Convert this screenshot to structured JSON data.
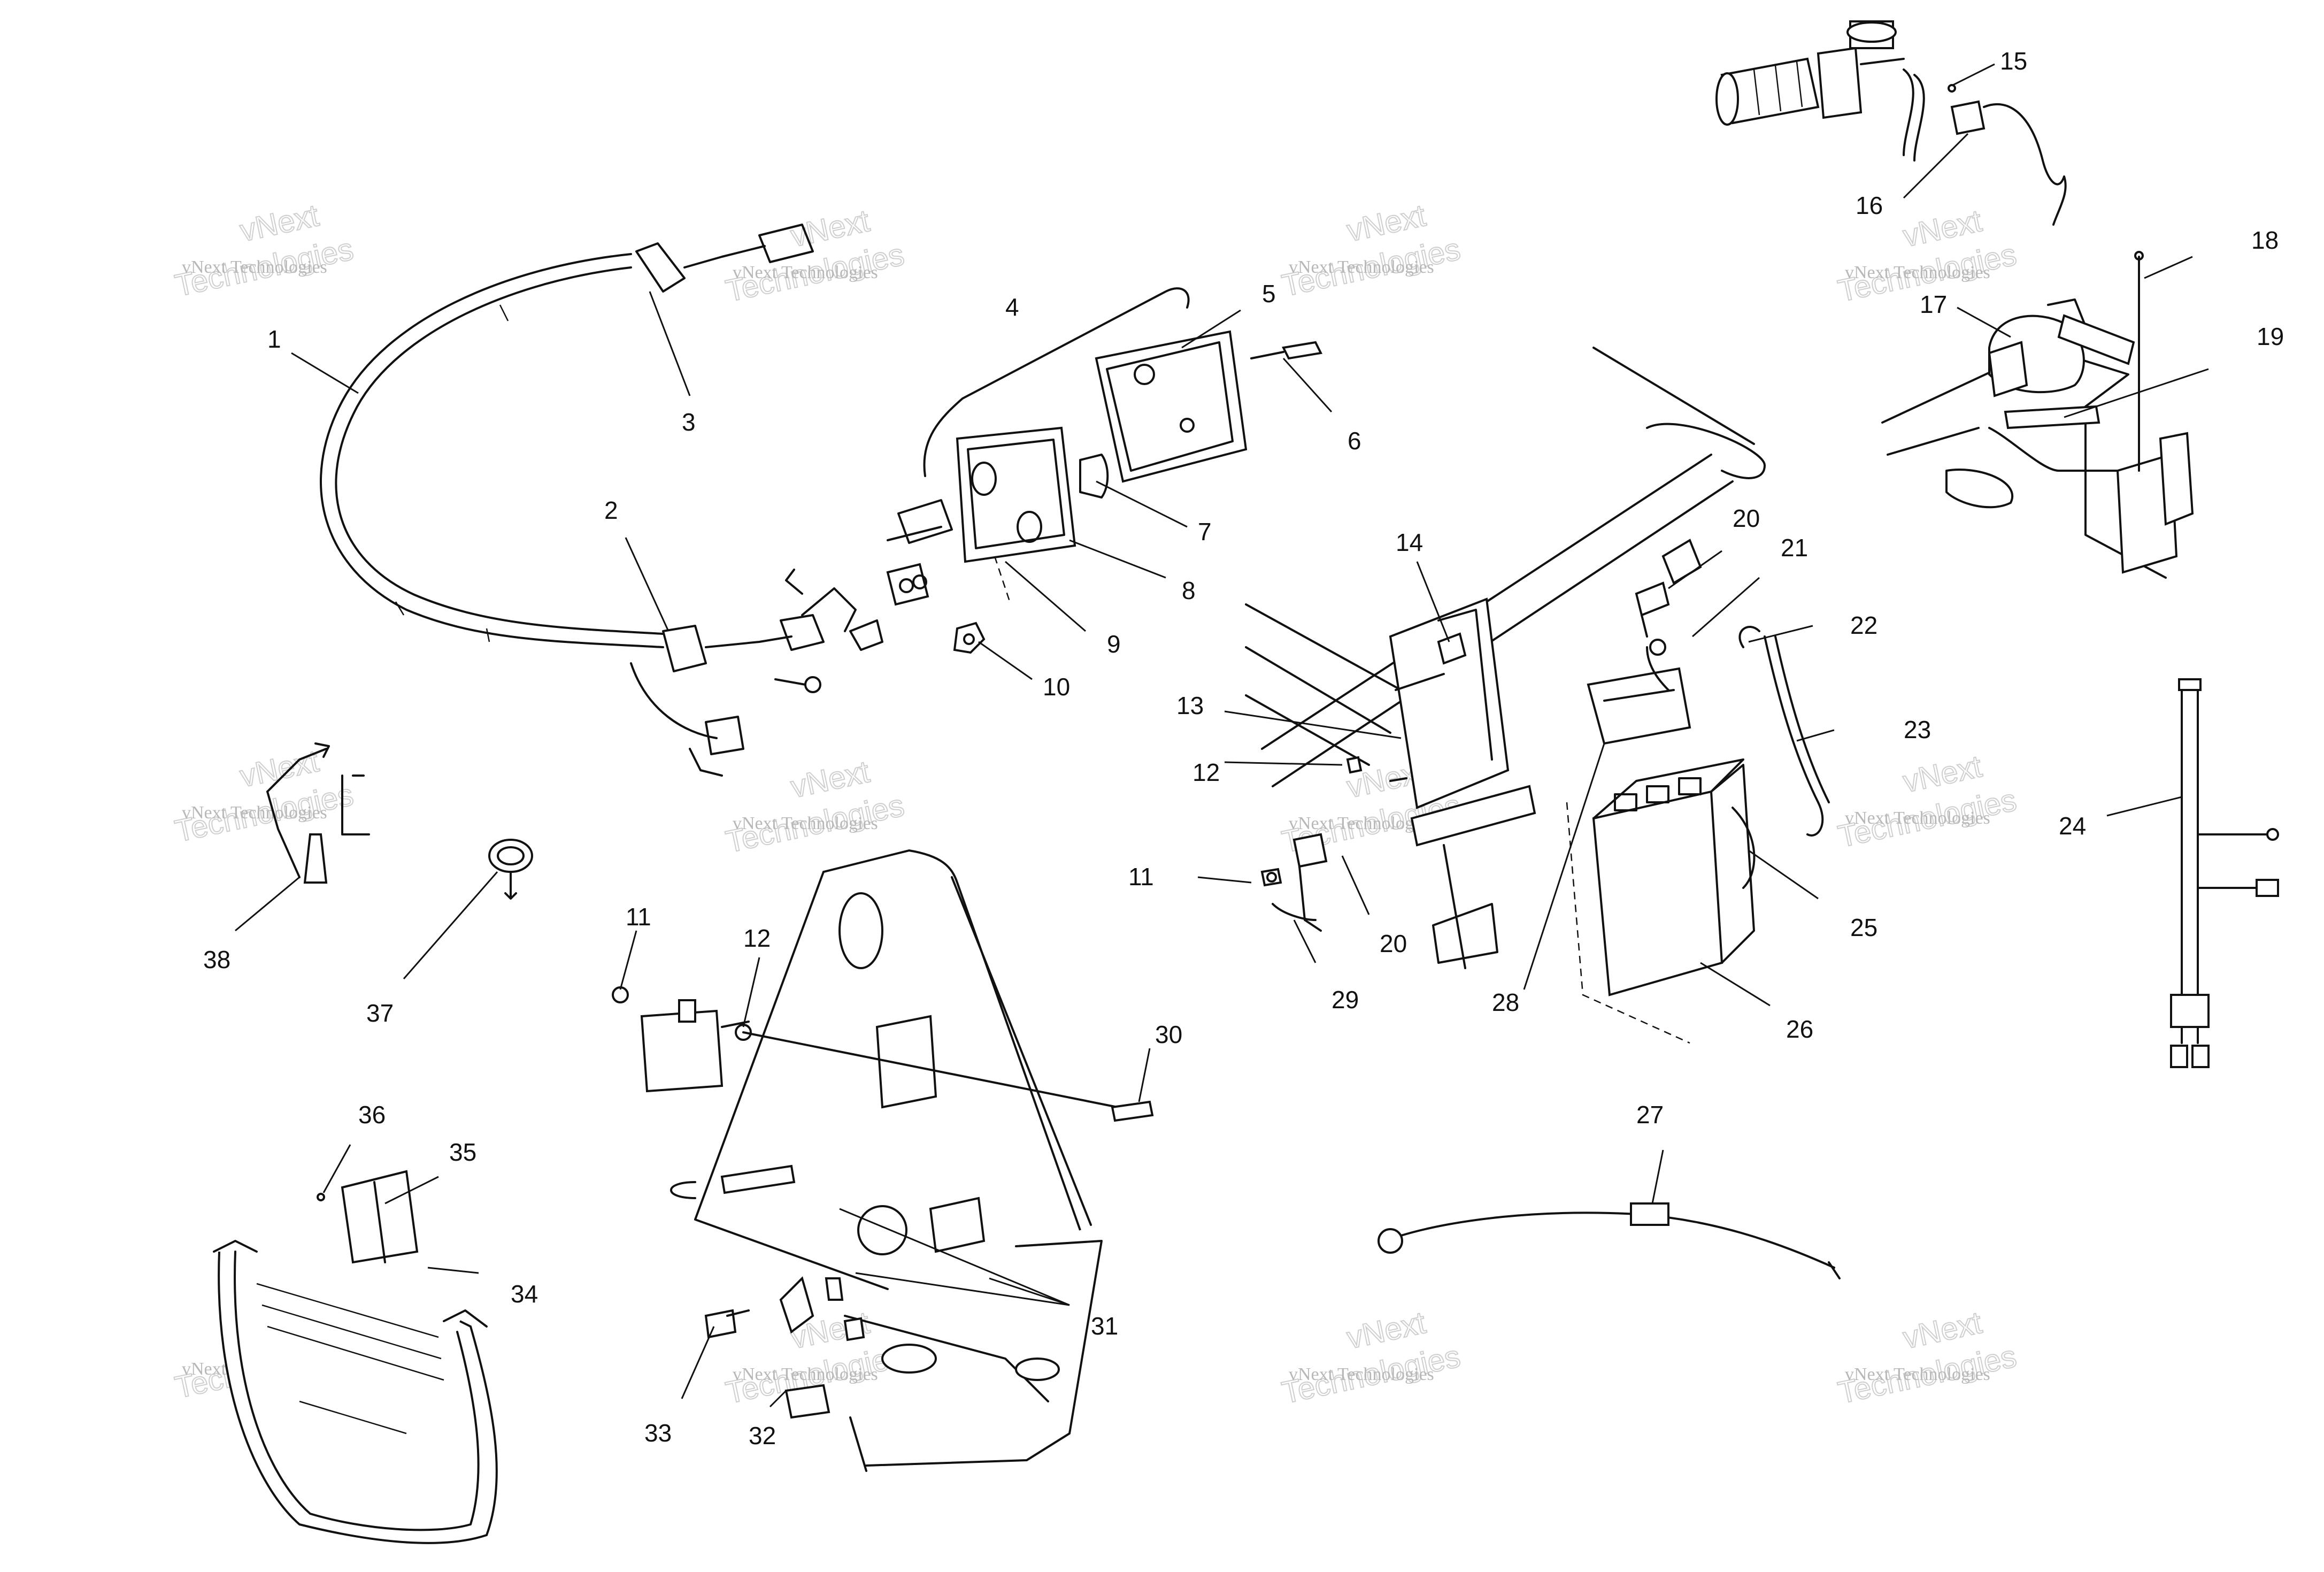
{
  "watermark": {
    "line1": "vNext Technologies",
    "line2": "vNext",
    "line3": "Technologies"
  },
  "callouts": [
    "1",
    "2",
    "3",
    "4",
    "5",
    "6",
    "7",
    "8",
    "9",
    "10",
    "11",
    "12",
    "13",
    "14",
    "15",
    "16",
    "17",
    "18",
    "19",
    "20",
    "21",
    "22",
    "23",
    "24",
    "25",
    "26",
    "27",
    "28",
    "29",
    "30",
    "31",
    "32",
    "33",
    "34",
    "35",
    "36",
    "37",
    "38"
  ],
  "callouts_repeated": {
    "11": "11",
    "12": "12",
    "20": "20"
  },
  "colors": {
    "ink": "#111111",
    "paper": "#ffffff",
    "watermark": "#b8b8b8"
  }
}
